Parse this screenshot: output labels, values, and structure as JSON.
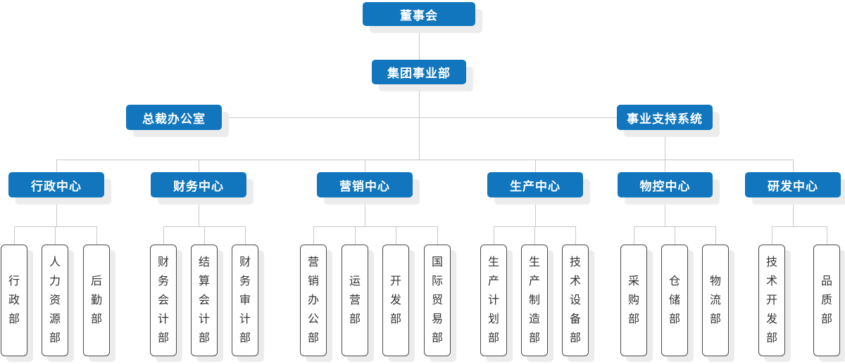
{
  "palette": {
    "node_bg": "#1176bd",
    "node_text": "#ffffff",
    "leaf_bg": "#ffffff",
    "leaf_border": "#4a4a4a",
    "leaf_text": "#333333",
    "connector": "#c9c9c9",
    "shadow": "#ececec",
    "page_bg": "#ffffff"
  },
  "org_chart": {
    "root": {
      "label": "董事会"
    },
    "division": {
      "label": "集团事业部"
    },
    "offices": [
      {
        "label": "总裁办公室"
      },
      {
        "label": "事业支持系统"
      }
    ],
    "centers": [
      {
        "label": "行政中心",
        "departments": [
          "行政部",
          "人力资源部",
          "后勤部"
        ]
      },
      {
        "label": "财务中心",
        "departments": [
          "财务会计部",
          "结算会计部",
          "财务审计部"
        ]
      },
      {
        "label": "营销中心",
        "departments": [
          "营销办公部",
          "运营部",
          "开发部",
          "国际贸易部"
        ]
      },
      {
        "label": "生产中心",
        "departments": [
          "生产计划部",
          "生产制造部",
          "技术设备部"
        ]
      },
      {
        "label": "物控中心",
        "departments": [
          "采购部",
          "仓储部",
          "物流部"
        ]
      },
      {
        "label": "研发中心",
        "departments": [
          "技术开发部",
          "品质部"
        ]
      }
    ]
  }
}
